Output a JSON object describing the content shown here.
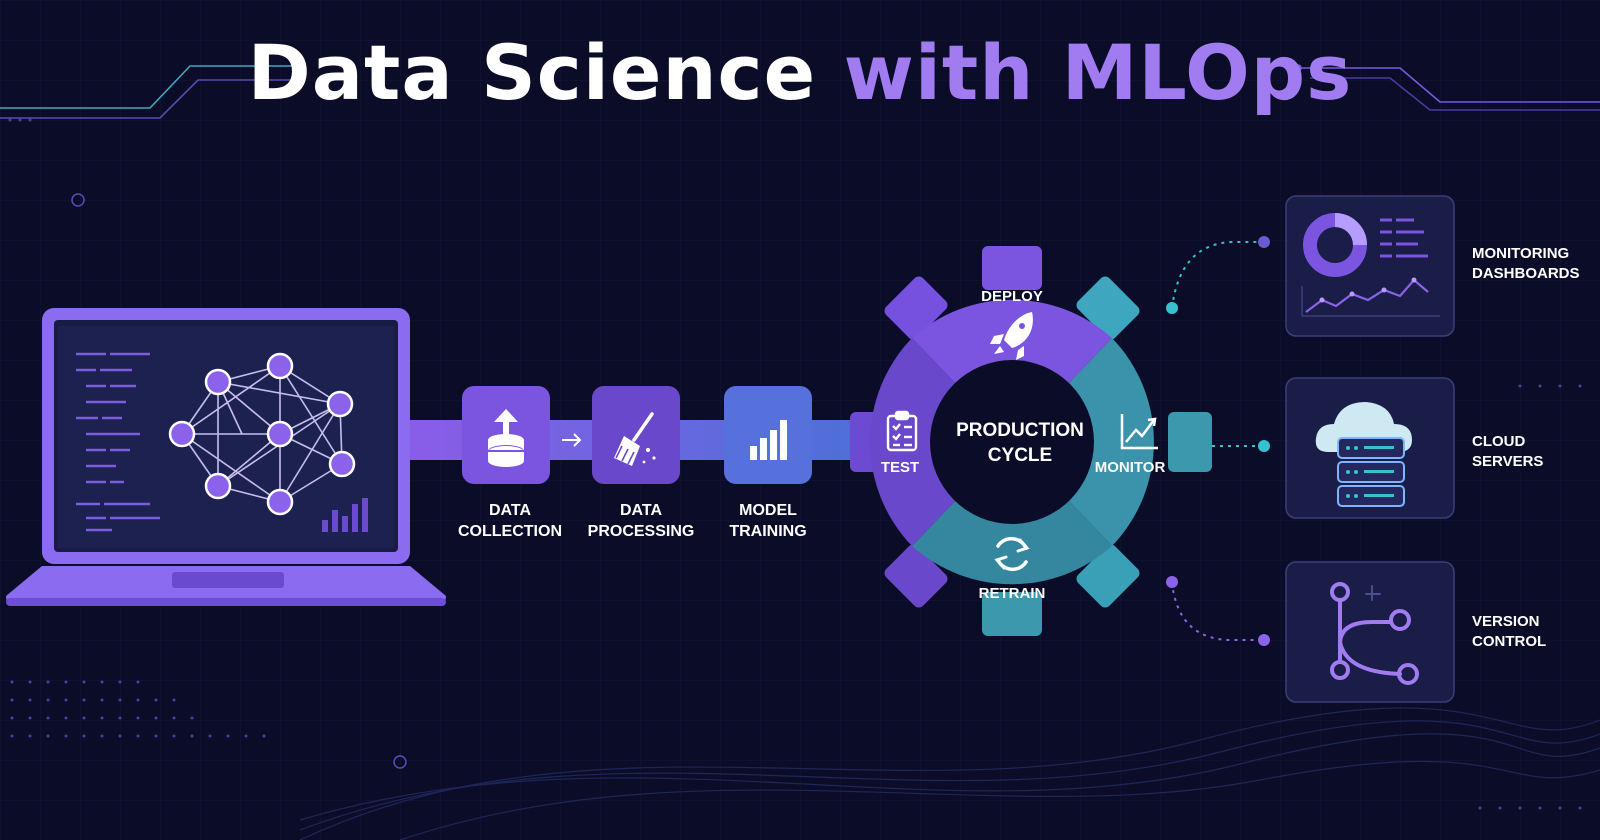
{
  "title": {
    "part1": "Data Science",
    "part2": "with MLOps"
  },
  "pipeline": [
    {
      "line1": "DATA",
      "line2": "COLLECTION",
      "icon": "database-upload-icon"
    },
    {
      "line1": "DATA",
      "line2": "PROCESSING",
      "icon": "broom-icon"
    },
    {
      "line1": "MODEL",
      "line2": "TRAINING",
      "icon": "bar-chart-icon"
    }
  ],
  "cycle": {
    "center_line1": "PRODUCTION",
    "center_line2": "CYCLE",
    "segments": [
      {
        "label": "DEPLOY",
        "icon": "rocket-icon"
      },
      {
        "label": "MONITOR",
        "icon": "line-chart-icon"
      },
      {
        "label": "RETRAIN",
        "icon": "refresh-icon"
      },
      {
        "label": "TEST",
        "icon": "clipboard-checklist-icon"
      }
    ]
  },
  "outputs": [
    {
      "line1": "MONITORING",
      "line2": "DASHBOARDS",
      "icon": "dashboard-icon"
    },
    {
      "line1": "CLOUD",
      "line2": "SERVERS",
      "icon": "cloud-server-icon"
    },
    {
      "line1": "VERSION",
      "line2": "CONTROL",
      "icon": "git-branch-icon"
    }
  ],
  "colors": {
    "background": "#0b0d28",
    "purple": "#7b55e0",
    "violet": "#8a63e8",
    "teal": "#2f8fa8",
    "accent_teal": "#35c1cf"
  }
}
